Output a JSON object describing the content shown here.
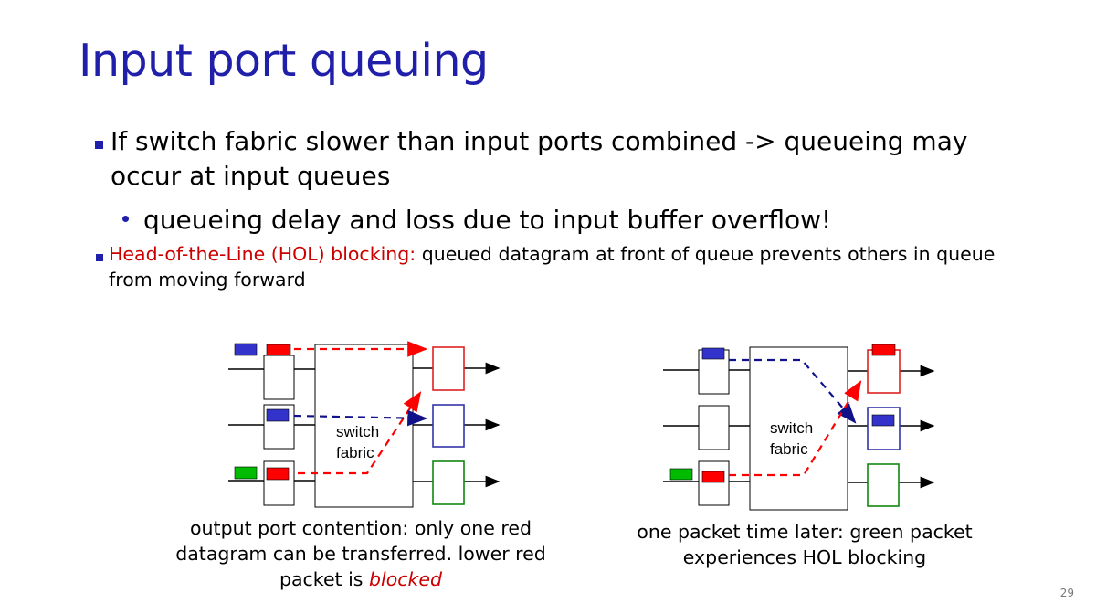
{
  "slide": {
    "title": "Input port queuing",
    "page_number": "29"
  },
  "bullets": {
    "b1": "If switch fabric slower than input ports combined -> queueing may occur at input queues",
    "b1_sub": "queueing delay and loss due to input buffer overflow!",
    "b2_label": "Head-of-the-Line (HOL) blocking:",
    "b2_text": " queued datagram at front of queue prevents others in queue from moving forward"
  },
  "diagram_left": {
    "fabric_label_line1": "switch",
    "fabric_label_line2": "fabric",
    "caption_text": "output port contention: only one red datagram can be transferred. lower red packet is ",
    "caption_emph": "blocked"
  },
  "diagram_right": {
    "fabric_label_line1": "switch",
    "fabric_label_line2": "fabric",
    "caption": "one packet time later: green packet experiences HOL blocking"
  },
  "colors": {
    "title": "#1f1faa",
    "red_packet": "#ff0000",
    "blue_packet": "#3333cc",
    "green_packet": "#00bb00",
    "red_port": "#dd2222",
    "blue_port": "#3333aa",
    "green_port": "#118811"
  }
}
